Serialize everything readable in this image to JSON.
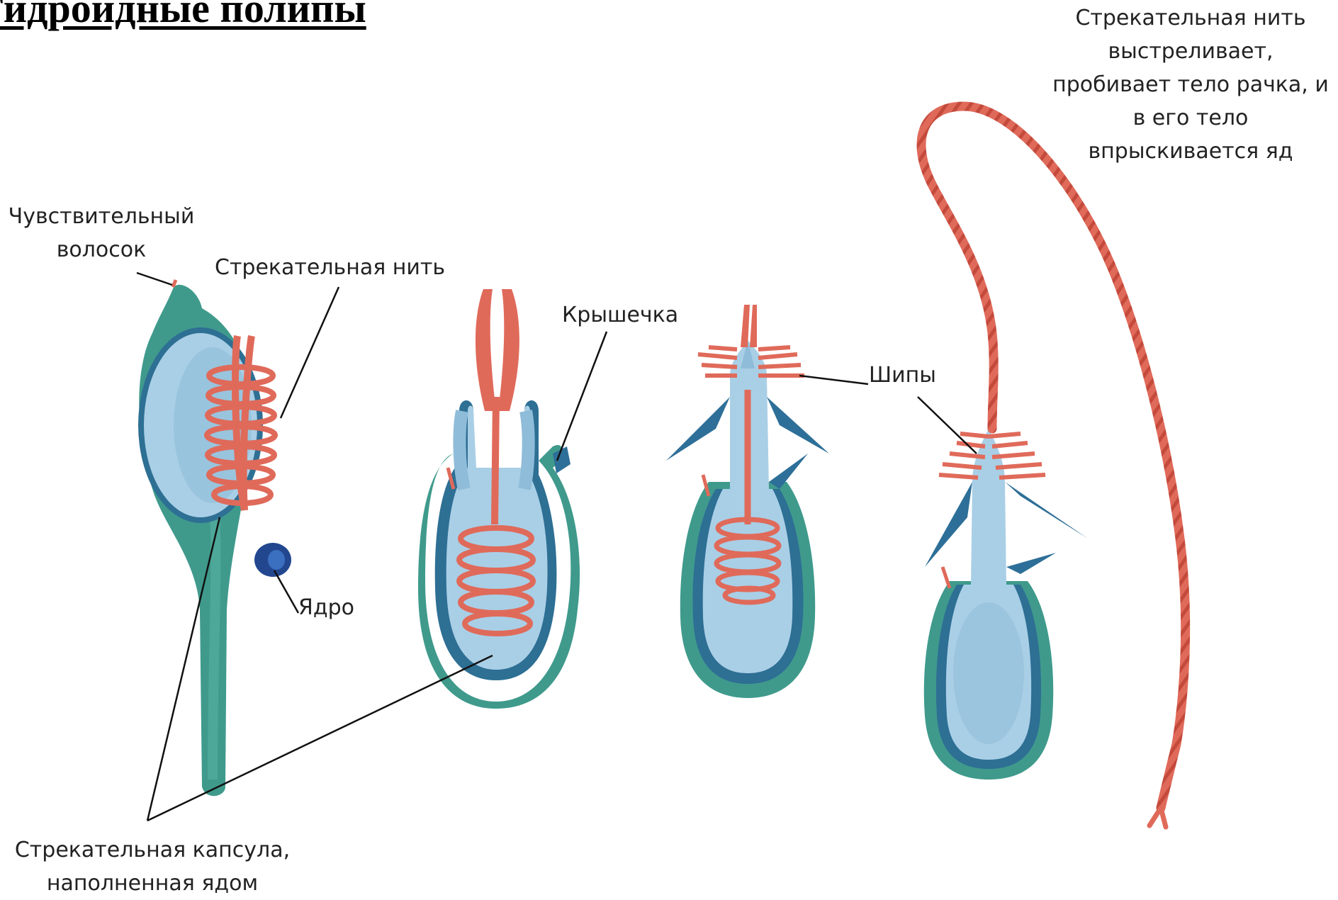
{
  "title": "Гидроидные полипы",
  "labels": {
    "sensitive_hair": [
      "Чувствительный",
      "волосок"
    ],
    "thread": "Стрекательная нить",
    "lid": "Крышечка",
    "spines": "Шипы",
    "nucleus": "Ядро",
    "capsule": [
      "Стрекательная капсула,",
      "наполненная ядом"
    ],
    "fired": [
      "Стрекательная нить",
      "выстреливает,",
      "пробивает тело рачка, и",
      "в его тело",
      "впрыскивается яд"
    ]
  },
  "colors": {
    "outer_cell": "#3f9a8c",
    "outer_cell_light": "#5bb5a6",
    "capsule_wall": "#2e6f94",
    "capsule_fill": "#a9cfe6",
    "capsule_inner": "#8fbcd9",
    "thread": "#e06a5a",
    "thread_dark": "#c8493b",
    "spine": "#2d6f98",
    "nucleus": "#23478f"
  }
}
